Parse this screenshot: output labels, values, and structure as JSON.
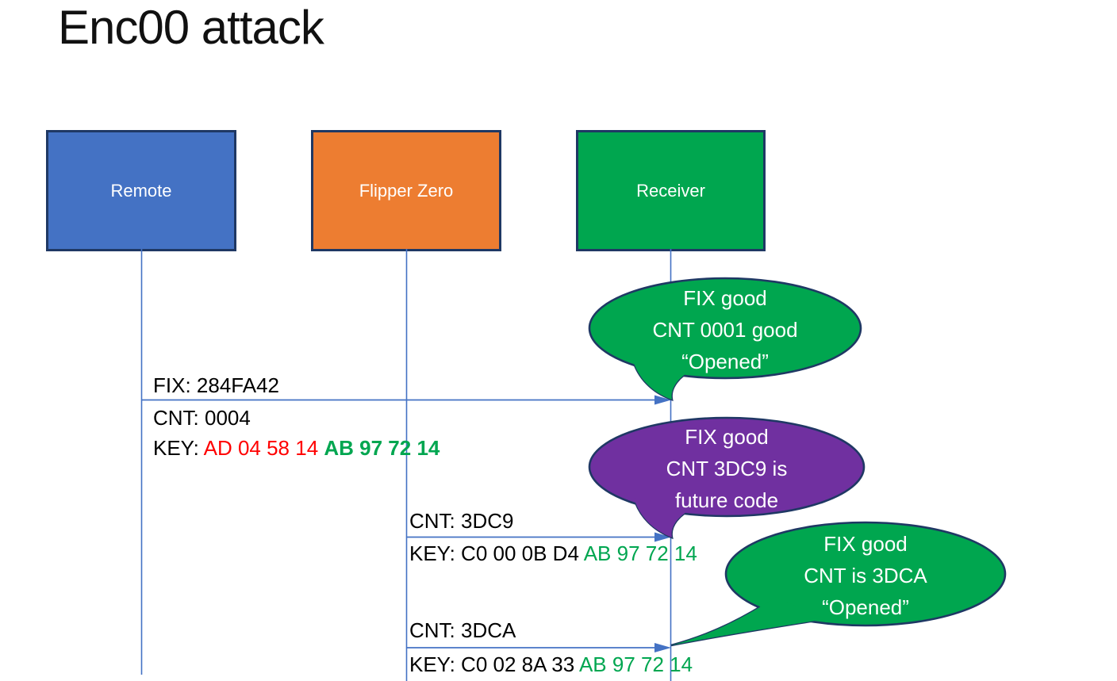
{
  "title": "Enc00 attack",
  "actors": [
    {
      "label": "Remote",
      "color": "#4472C4"
    },
    {
      "label": "Flipper Zero",
      "color": "#ED7D31"
    },
    {
      "label": "Receiver",
      "color": "#00A64F"
    }
  ],
  "messages": {
    "m1": {
      "fix": "FIX: 284FA42",
      "cnt": "CNT: 0004",
      "key_label": "KEY: ",
      "key_red": "AD 04 58 14 ",
      "key_green": "AB 97 72 14"
    },
    "m2": {
      "cnt": "CNT: 3DC9",
      "key_black": "KEY: C0 00 0B D4 ",
      "key_green": "AB 97 72 14"
    },
    "m3": {
      "cnt": "CNT: 3DCA",
      "key_black": "KEY: C0 02 8A 33 ",
      "key_green": "AB 97 72 14"
    }
  },
  "bubbles": [
    {
      "fill": "#00A64F",
      "lines": [
        "FIX good",
        "CNT 0001 good",
        "“Opened”"
      ]
    },
    {
      "fill": "#7030A0",
      "lines": [
        "FIX good",
        "CNT 3DC9 is",
        "future code"
      ]
    },
    {
      "fill": "#00A64F",
      "lines": [
        "FIX good",
        "CNT is 3DCA",
        "“Opened”"
      ]
    }
  ],
  "colors": {
    "actor_remote": "#4472C4",
    "actor_flipper": "#ED7D31",
    "actor_receiver": "#00A64F",
    "bubble_green": "#00A64F",
    "bubble_purple": "#7030A0",
    "shape_outline": "#1F3864",
    "connector_blue": "#4472C4",
    "key_red_text": "#FF0000",
    "key_green_text": "#00A650"
  }
}
